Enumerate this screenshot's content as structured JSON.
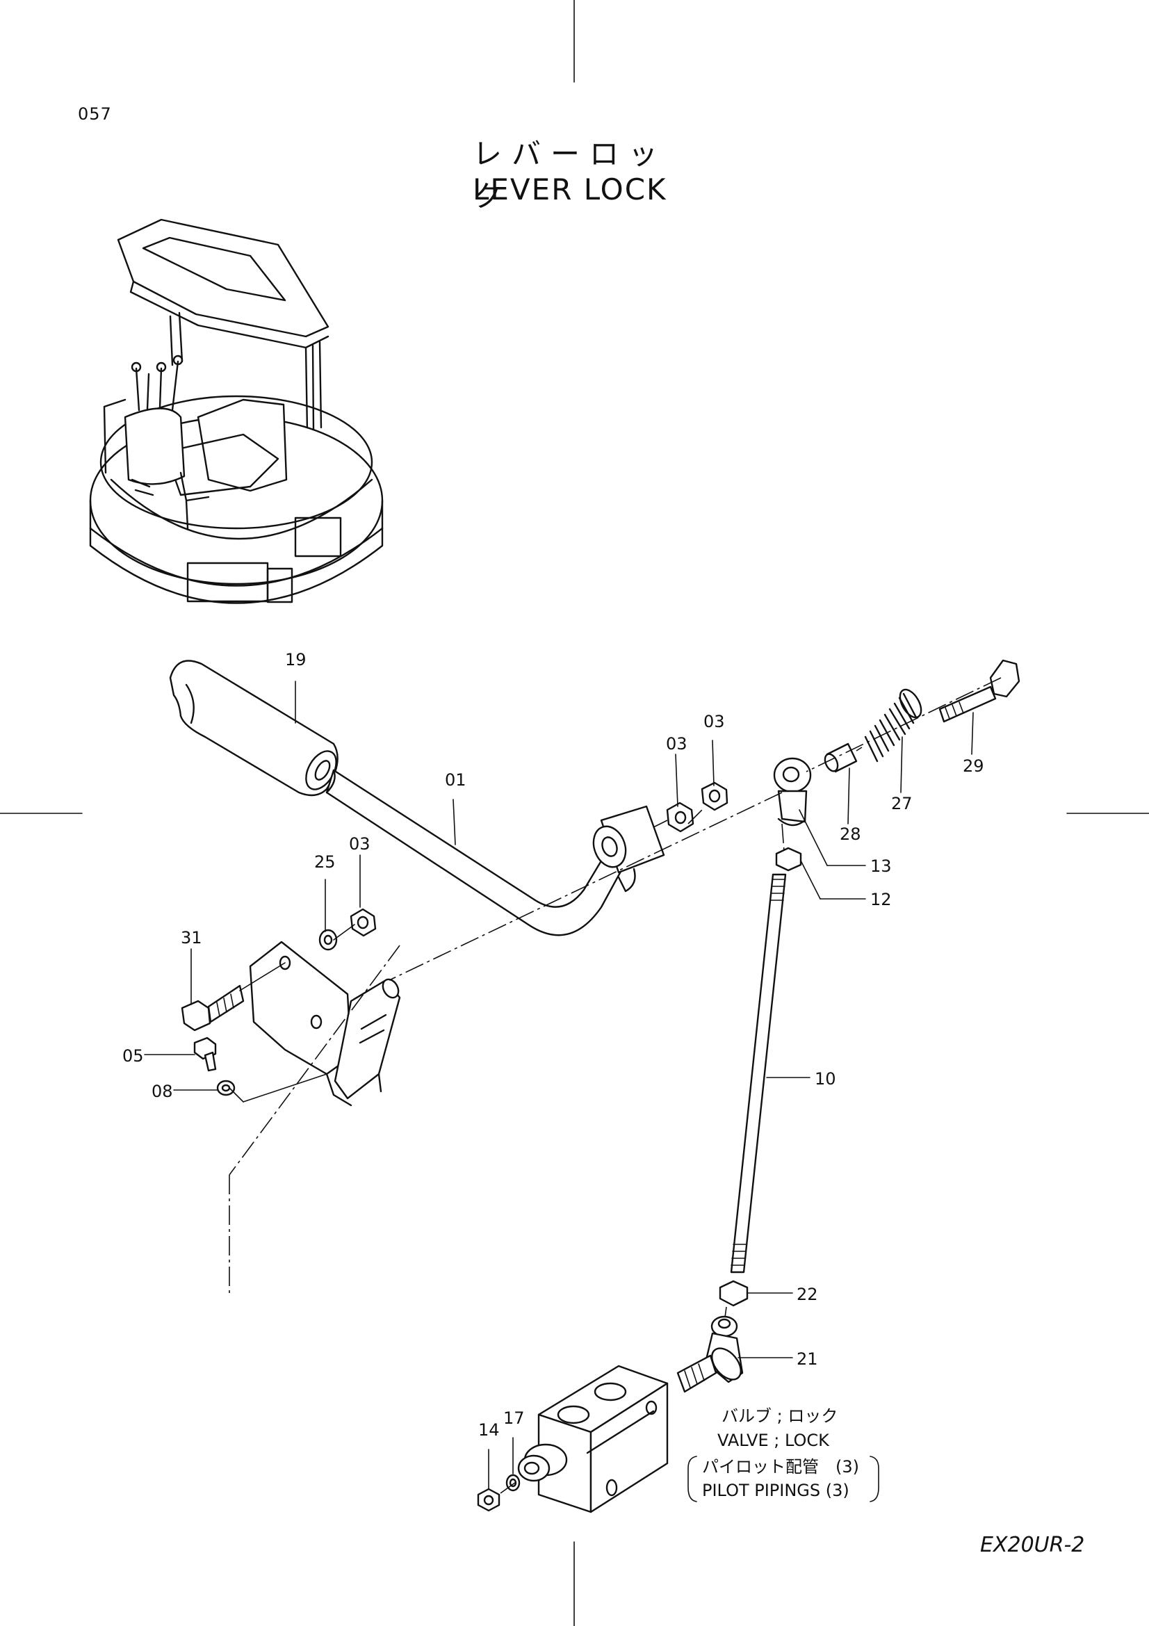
{
  "page": {
    "number": "057",
    "title_jp": "レバーロック",
    "title_en": "LEVER LOCK",
    "model": "EX20UR-2"
  },
  "callouts": {
    "p19": "19",
    "p01": "01",
    "p03a": "03",
    "p03b": "03",
    "p03c": "03",
    "p25": "25",
    "p31": "31",
    "p05": "05",
    "p08": "08",
    "p29": "29",
    "p27": "27",
    "p28": "28",
    "p13": "13",
    "p12": "12",
    "p10": "10",
    "p22": "22",
    "p21": "21",
    "p14": "14",
    "p17": "17"
  },
  "valve_note": {
    "line1_jp": "バルブ ; ロック",
    "line2_en": "VALVE ; LOCK",
    "line3_jp": "パイロット配管　(3)",
    "line4_en": "PILOT  PIPINGS  (3)"
  }
}
